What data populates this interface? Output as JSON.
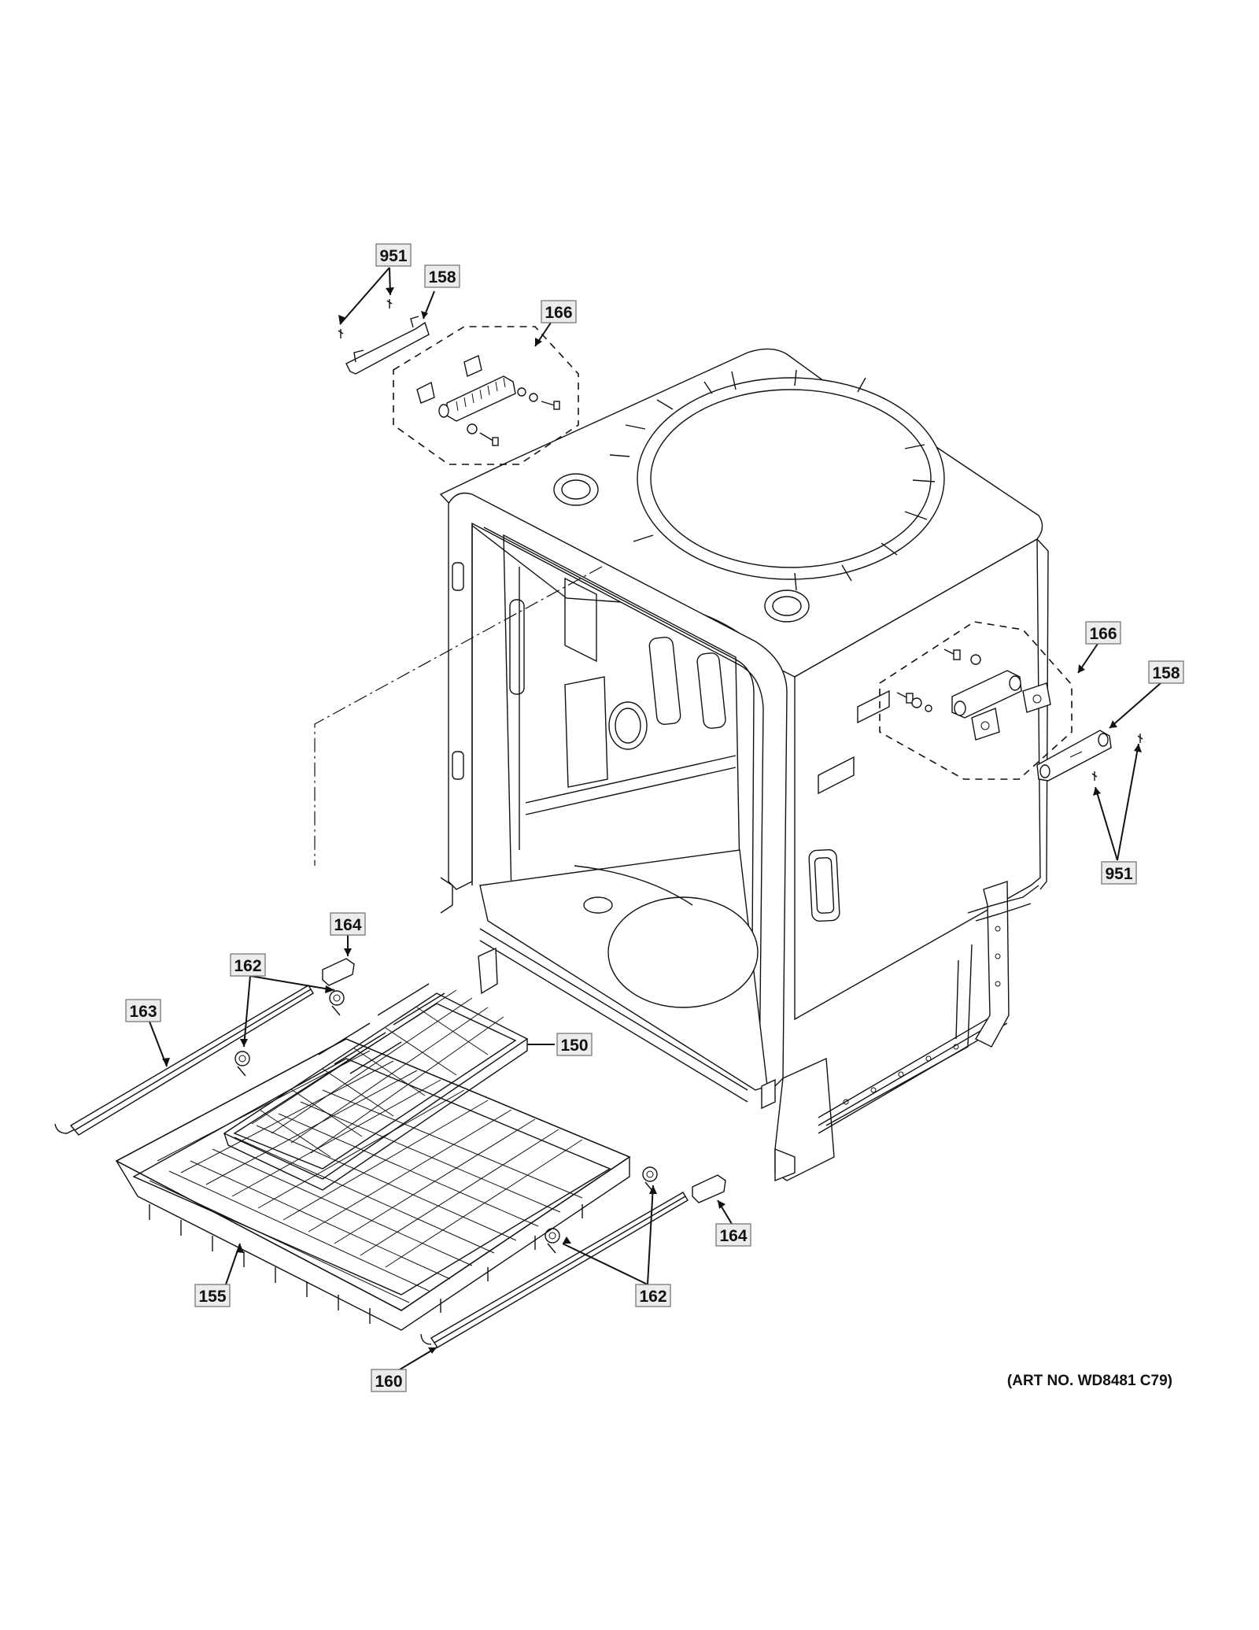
{
  "callouts": [
    {
      "id": "c951a",
      "text": "951"
    },
    {
      "id": "c158a",
      "text": "158"
    },
    {
      "id": "c166a",
      "text": "166"
    },
    {
      "id": "c166b",
      "text": "166"
    },
    {
      "id": "c158b",
      "text": "158"
    },
    {
      "id": "c951b",
      "text": "951"
    },
    {
      "id": "c164a",
      "text": "164"
    },
    {
      "id": "c162a",
      "text": "162"
    },
    {
      "id": "c163",
      "text": "163"
    },
    {
      "id": "c150",
      "text": "150"
    },
    {
      "id": "c164b",
      "text": "164"
    },
    {
      "id": "c155",
      "text": "155"
    },
    {
      "id": "c162b",
      "text": "162"
    },
    {
      "id": "c160",
      "text": "160"
    }
  ],
  "art_number": "(ART NO. WD8481 C79)"
}
